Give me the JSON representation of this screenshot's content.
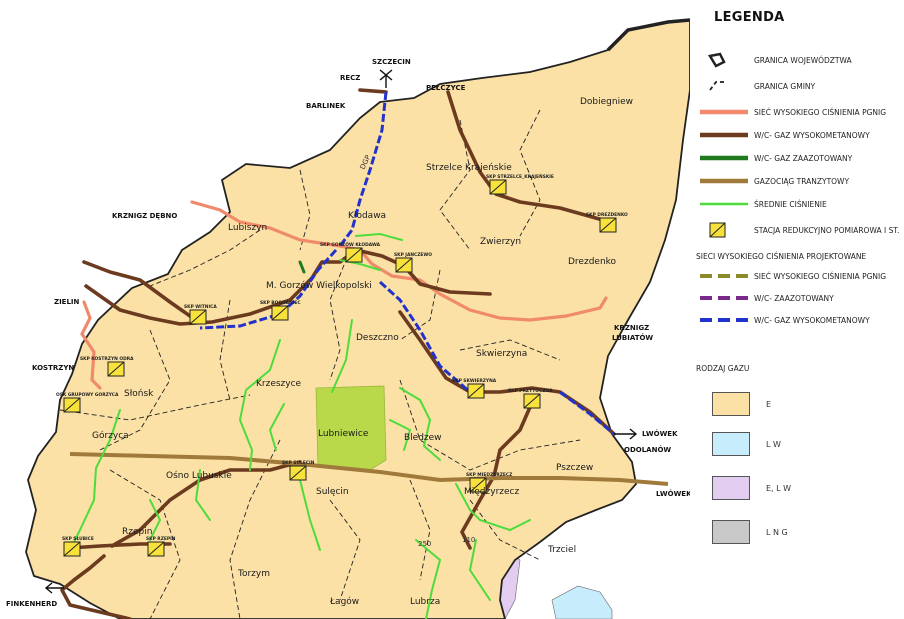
{
  "legend": {
    "title": "LEGENDA",
    "items": [
      {
        "key": "wojewodztwo",
        "label": "GRANICA WOJEWÓDZTWA"
      },
      {
        "key": "gmina",
        "label": "GRANICA GMINY"
      },
      {
        "key": "pgnig",
        "label": "SIEĆ WYSOKIEGO CIŚNIENIA PGNIG"
      },
      {
        "key": "wc_wys",
        "label": "W/C- GAZ WYSOKOMETANOWY"
      },
      {
        "key": "wc_zaaz",
        "label": "W/C- GAZ ZAAZOTOWANY"
      },
      {
        "key": "tranzyt",
        "label": "GAZOCIĄG TRANZYTOWY"
      },
      {
        "key": "srednie",
        "label": "ŚREDNIE CIŚNIENIE"
      },
      {
        "key": "stacja",
        "label": "STACJA REDUKCYJNO POMIAROWA I ST."
      }
    ],
    "projected_heading": "SIECI WYSOKIEGO CIŚNIENIA PROJEKTOWANE",
    "projected": [
      {
        "key": "p_pgnig",
        "label": "SIEĆ WYSOKIEGO CIŚNIENIA PGNIG"
      },
      {
        "key": "p_zaaz",
        "label": "W/C- ZAAZOTOWANY"
      },
      {
        "key": "p_wys",
        "label": "W/C- GAZ WYSOKOMETANOWY"
      }
    ],
    "gas_heading": "RODZAJ GAZU",
    "gas_types": [
      {
        "label": "E",
        "color": "#fbe1a6"
      },
      {
        "label": "L W",
        "color": "#c7ecfb"
      },
      {
        "label": "E, L W",
        "color": "#e2ccef"
      },
      {
        "label": "L N G",
        "color": "#c8c8c8"
      }
    ]
  },
  "colors": {
    "land": "#fbe1a6",
    "pgnig": "#f08a6a",
    "wys": "#6b3a1f",
    "zaaz": "#1f7a1f",
    "tranzyt": "#a07a3a",
    "srednie": "#4ddc3c",
    "blue": "#2233cc",
    "purple": "#7a2a8a",
    "olive": "#8b8b2a",
    "lubniewice": "#b9d84a"
  },
  "places": {
    "debno": "Dobiegniew",
    "strzelce": "Strzelce Krajeńskie",
    "lubiszyn": "Lubiszyn",
    "klodawa": "Kłodawa",
    "drezdenko": "Drezdenko",
    "zwierzyn": "Zwierzyn",
    "gorzow": "M. Gorzów Wielkopolski",
    "deszczno": "Deszczno",
    "skwierzyna": "Skwierzyna",
    "slonsk": "Słońsk",
    "krzeszyce": "Krzeszyce",
    "gorzyca": "Górzyca",
    "lubniewice": "Lubniewice",
    "bledzew": "Bledzew",
    "osno": "Ośno Lubuskie",
    "pszczew": "Pszczew",
    "sulecin": "Sulęcin",
    "miedzyrzecz": "Międzyrzecz",
    "rzepin": "Rzepin",
    "trzciel": "Trzciel",
    "torzym": "Torzym",
    "lagow": "Łagów",
    "lubrza": "Lubrza"
  },
  "edges": {
    "szczecin": "SZCZECIN",
    "recz": "RECZ",
    "pelczyce": "PEŁCZYCE",
    "barlinek": "BARLINEK",
    "krzdebno": "KRZNIGZ DĘBNO",
    "zielin": "ZIELIN",
    "kostrzyn": "KOSTRZYN",
    "krzlubiatow_1": "KRZNIGZ",
    "krzlubiatow_2": "LUBIATÓW",
    "lwowek": "LWÓWEK",
    "odolanow": "ODOLANÓW",
    "lwowek2": "LWÓWEK",
    "finkenherd": "FINKENHERD"
  },
  "stations": {
    "strzelce": "SKP STRZELCE_KRAJEŃSKIE",
    "drezdenko": "SKP DREZDENKO",
    "gorzow_klodawa": "SKP GORZÓW KŁODAWA",
    "janczewo": "SKP JANCZEWO",
    "witnica": "SKP WITNICA",
    "bogdaniec": "SKP BOGDANIEC",
    "kostrzyn": "SKP KOSTRZYN ODRA",
    "gorzyca": "OSK GRUPOWY GORZYCA",
    "skwierzyna": "SKP SKWIERZYNA",
    "przytoczna": "SKP PRZYTOCZNA",
    "sulecin": "SKP SULĘCIN",
    "miedzyrzecz": "SKP MIĘDZYRZECZ",
    "slubice": "SKP SŁUBICE",
    "rzepin": "SKP RZEPIN"
  },
  "roads": {
    "dgp": "DGP",
    "r250": "250",
    "r110": "110"
  }
}
